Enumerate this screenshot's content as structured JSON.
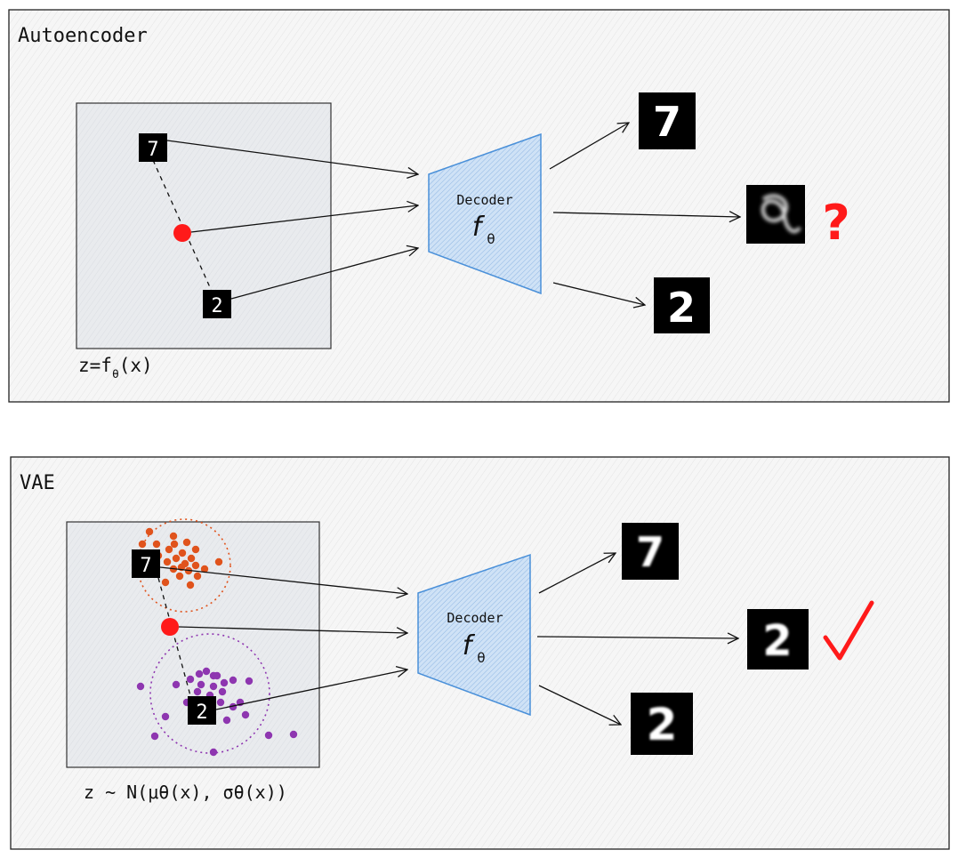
{
  "panels": [
    {
      "id": "autoencoder",
      "title": "Autoencoder",
      "decoder_label": "Decoder",
      "decoder_symbol": "f",
      "decoder_subscript": "θ",
      "latent_formula_prefix": "z=f",
      "latent_formula_subscript": "θ",
      "latent_formula_suffix": "(x)",
      "digit_top": "7",
      "digit_bottom": "2",
      "outputs": [
        "7",
        "",
        "2"
      ],
      "verdict": "?",
      "verdict_color": "#ff1a1a"
    },
    {
      "id": "vae",
      "title": "VAE",
      "decoder_label": "Decoder",
      "decoder_symbol": "f",
      "decoder_subscript": "θ",
      "latent_formula": "z ~ N(μθ(x), σθ(x))",
      "digit_top": "7",
      "digit_bottom": "2",
      "outputs": [
        "7",
        "2",
        "2"
      ],
      "verdict": "✓",
      "verdict_color": "#ff1a1a"
    }
  ],
  "colors": {
    "latent_box_fill": "#e9ebee",
    "decoder_fill": "#bcd6f2",
    "decoder_stroke": "#4a90d9",
    "interpolation_point": "#ff1a1a",
    "cluster_7": "#e0531c",
    "cluster_2": "#8e36b0"
  },
  "icons": [
    "arrow-icon",
    "question-mark-icon",
    "checkmark-icon"
  ]
}
